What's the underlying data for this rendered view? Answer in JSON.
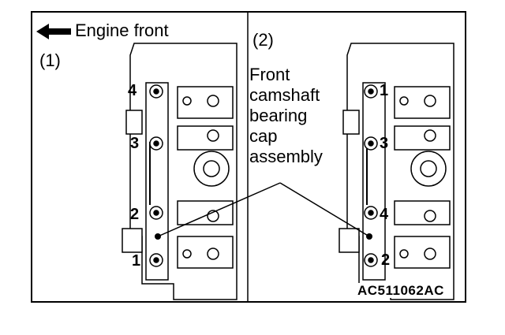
{
  "header": {
    "direction_label": "Engine front",
    "left_panel_label": "(1)",
    "right_panel_label": "(2)"
  },
  "callout": {
    "lines": [
      "Front",
      "camshaft",
      "bearing",
      "cap",
      "assembly"
    ]
  },
  "left_panel": {
    "bolt_order": [
      "4",
      "3",
      "2",
      "1"
    ]
  },
  "right_panel": {
    "bolt_order": [
      "1",
      "3",
      "4",
      "2"
    ]
  },
  "figure_id": "AC511062AC"
}
